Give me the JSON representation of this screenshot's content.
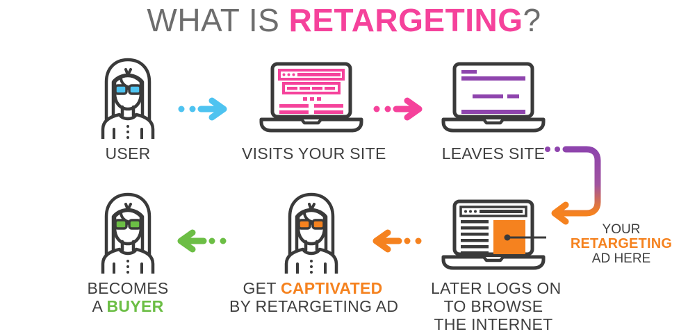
{
  "title": {
    "prefix": "WHAT IS ",
    "highlight": "RETARGETING",
    "suffix": "?"
  },
  "colors": {
    "pink": "#f5429b",
    "purple": "#8e44ad",
    "orange": "#f5821f",
    "green": "#6cbe45",
    "blue": "#4ec3f0",
    "dark": "#3a3a3a",
    "title_gray": "#6d6d6d"
  },
  "steps": [
    {
      "id": "user",
      "label": "USER",
      "icon": "person-icon",
      "glasses_color": "#4ec3f0"
    },
    {
      "id": "visits-your-site",
      "label": "VISITS YOUR SITE",
      "icon": "laptop-icon",
      "screen_color": "#f5429b"
    },
    {
      "id": "leaves-site",
      "label": "LEAVES SITE",
      "icon": "laptop-icon",
      "screen_color": "#8e44ad"
    },
    {
      "id": "later-logs-on",
      "label_lines": [
        "LATER LOGS ON",
        "TO BROWSE",
        "THE INTERNET"
      ],
      "icon": "laptop-ad-icon",
      "ad_color": "#f5821f"
    },
    {
      "id": "get-captivated",
      "label_parts": [
        "GET ",
        "CAPTIVATED",
        ""
      ],
      "label_line2": "BY RETARGETING AD",
      "icon": "person-icon",
      "glasses_color": "#f5821f"
    },
    {
      "id": "becomes-a-buyer",
      "label_line1": "BECOMES",
      "label_line2_prefix": "A ",
      "label_line2_highlight": "BUYER",
      "icon": "person-icon",
      "glasses_color": "#6cbe45"
    }
  ],
  "arrows": [
    {
      "id": "arrow-user-to-site",
      "direction": "right",
      "color": "#4ec3f0"
    },
    {
      "id": "arrow-site-to-leaves",
      "direction": "right",
      "color": "#f5429b"
    },
    {
      "id": "arrow-leaves-to-logson",
      "direction": "curve-down-left",
      "color_from": "#8e44ad",
      "color_to": "#f5821f"
    },
    {
      "id": "arrow-logson-to-captivated",
      "direction": "left",
      "color": "#f5821f"
    },
    {
      "id": "arrow-captivated-to-buyer",
      "direction": "left",
      "color": "#6cbe45"
    }
  ],
  "callout": {
    "line1": "YOUR",
    "line2": "RETARGETING",
    "line3": "AD HERE"
  }
}
